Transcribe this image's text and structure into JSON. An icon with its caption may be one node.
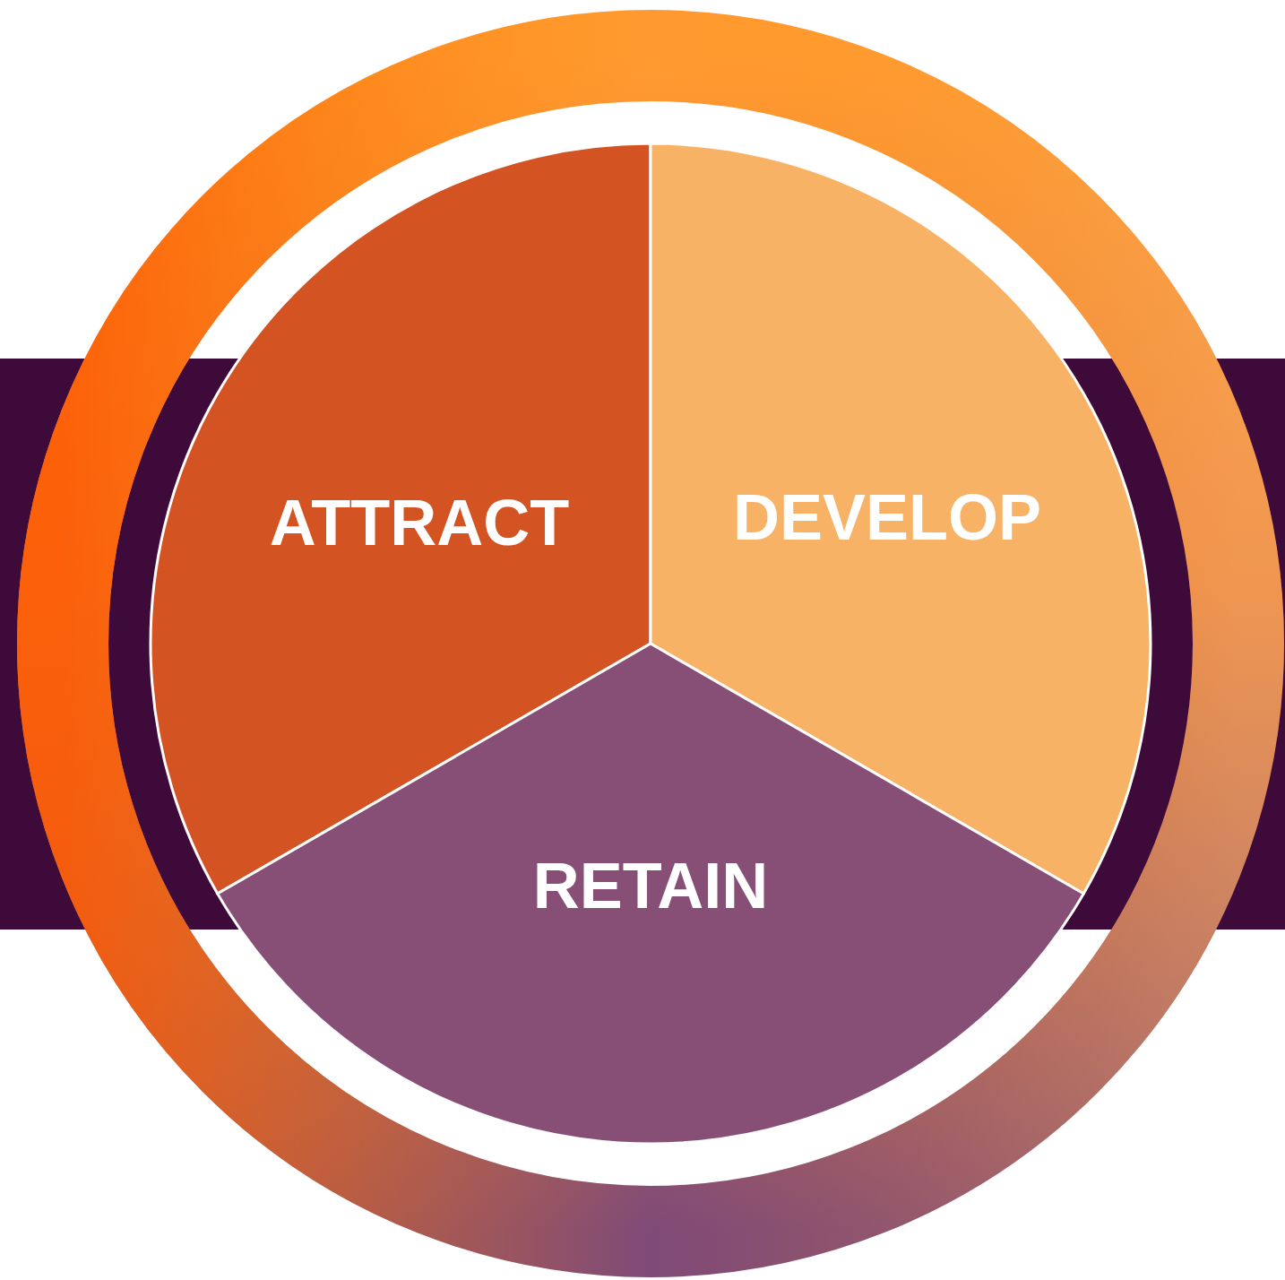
{
  "diagram": {
    "nodes": [
      {
        "text": [
          "ATTRACT"
        ]
      },
      {
        "text": [
          "DEVELOP"
        ]
      },
      {
        "text": [
          "RETAIN"
        ]
      }
    ]
  }
}
